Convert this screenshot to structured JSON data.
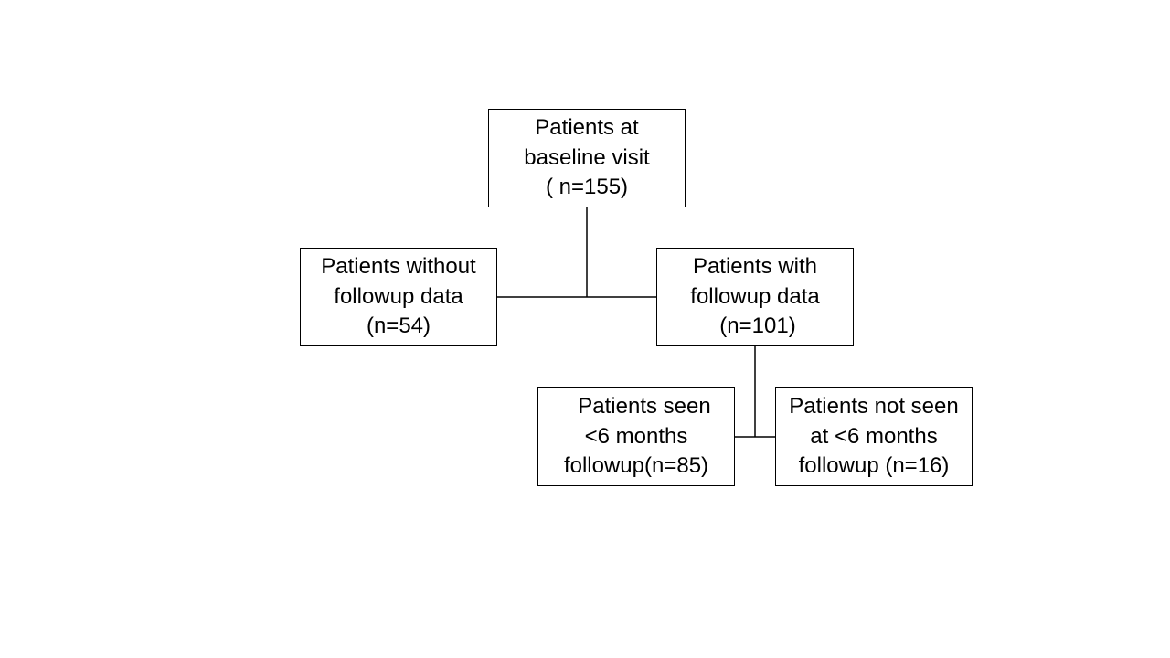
{
  "flowchart": {
    "baseline": {
      "lines": [
        "Patients at",
        "baseline visit",
        "( n=155)"
      ]
    },
    "without_followup": {
      "lines": [
        "Patients without",
        "followup data",
        "(n=54)"
      ]
    },
    "with_followup": {
      "lines": [
        "Patients with",
        "followup data",
        "(n=101)"
      ]
    },
    "seen_under_6m": {
      "lines": [
        "Patients seen",
        "<6 months",
        "followup(n=85)"
      ]
    },
    "not_seen_under_6m": {
      "lines": [
        "Patients not seen",
        "at <6 months",
        "followup (n=16)"
      ]
    }
  },
  "colors": {
    "stroke": "#000000",
    "background": "#ffffff"
  }
}
